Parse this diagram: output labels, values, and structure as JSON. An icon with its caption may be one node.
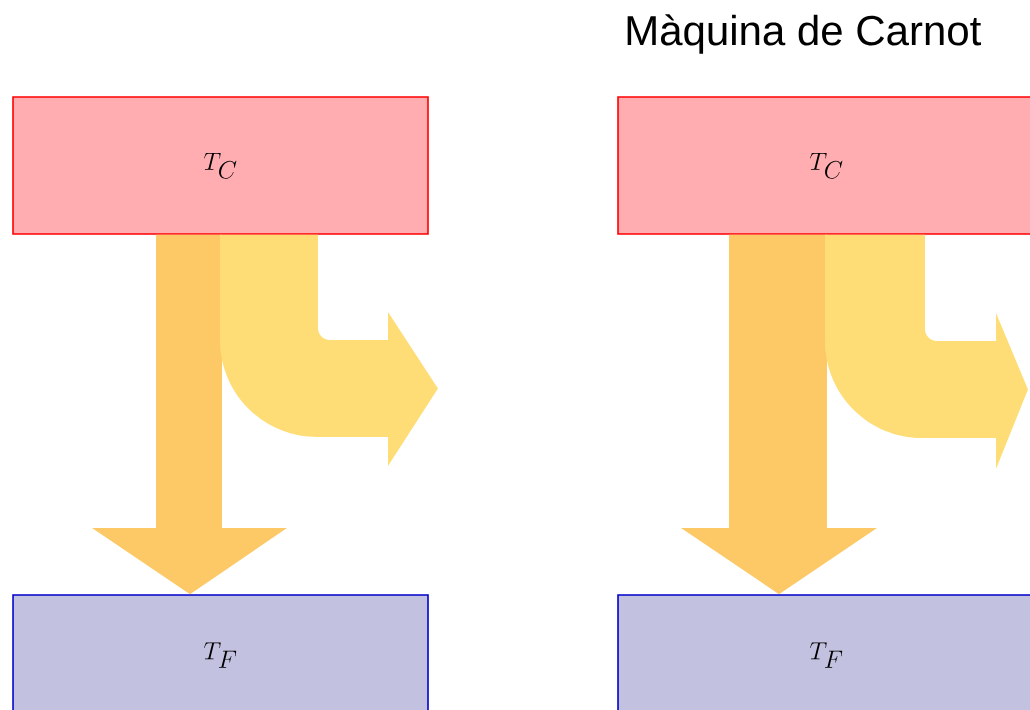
{
  "diagram": {
    "title": "Màquina de Carnot",
    "nodes": [
      {
        "text": [
          "T_C"
        ]
      },
      {
        "text": [
          "T_F"
        ]
      },
      {
        "text": [
          "T_C"
        ]
      },
      {
        "text": [
          "T_F"
        ]
      }
    ],
    "edges": [
      {
        "from": 0,
        "to": 1,
        "arrow": "to"
      },
      {
        "from": 0,
        "to": null,
        "arrow": "to",
        "color": "#fedd77"
      },
      {
        "from": 2,
        "to": 3,
        "arrow": "to"
      },
      {
        "from": 2,
        "to": null,
        "arrow": "to",
        "color": "#fedd77"
      }
    ]
  }
}
